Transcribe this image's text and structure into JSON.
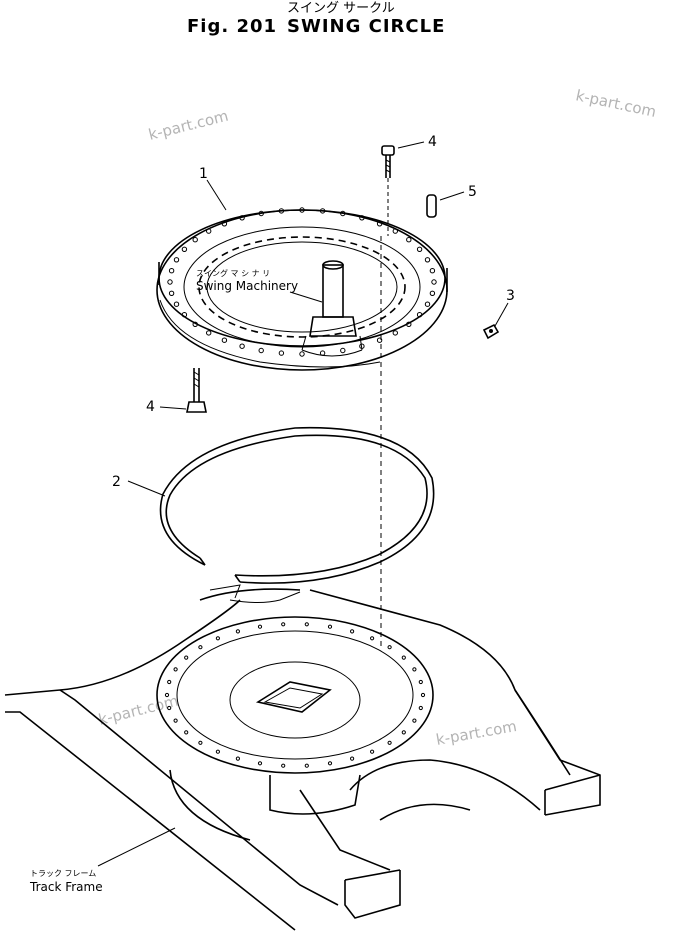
{
  "header": {
    "fig_label": "Fig. 201",
    "title_en": "SWING CIRCLE",
    "title_jp": "スイング サークル"
  },
  "callouts": {
    "c1": "1",
    "c2": "2",
    "c3": "3",
    "c4_top": "4",
    "c4_left": "4",
    "c5": "5"
  },
  "labels": {
    "swing_machinery_jp": "スイング マ シ ナ リ",
    "swing_machinery": "Swing Machinery",
    "track_frame_jp": "トラック フレーム",
    "track_frame": "Track Frame"
  },
  "watermarks": [
    "k-part.com",
    "k-part.com",
    "k-part.com",
    "k-part.com"
  ]
}
